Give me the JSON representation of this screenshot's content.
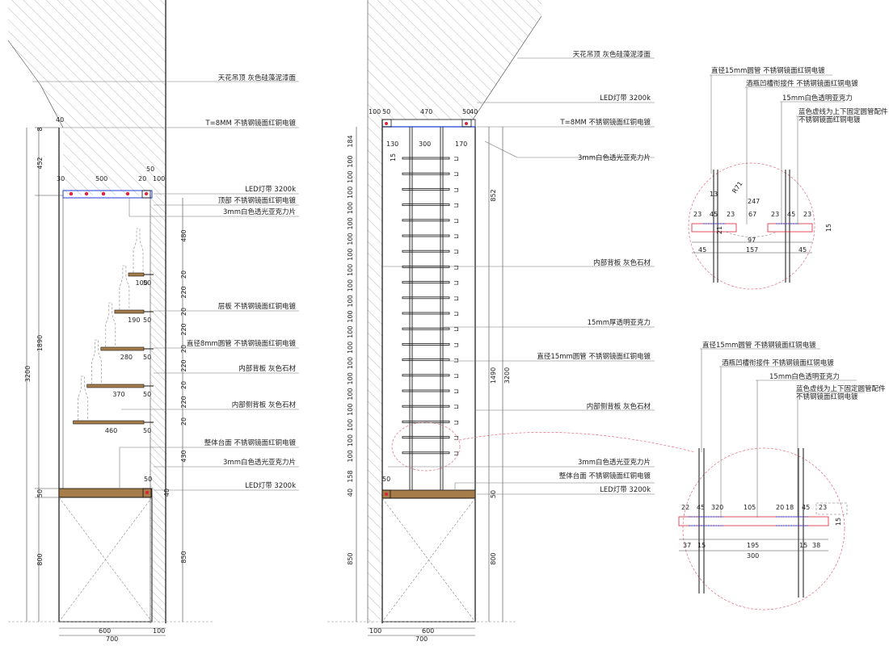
{
  "colors": {
    "wood": "#a67c4a",
    "red": "#e0213a",
    "blue": "#1f3fd6",
    "line": "#222222",
    "hatch": "#888888",
    "pink_dash": "#e36a7e"
  },
  "left_view": {
    "labels": [
      "天花吊顶 灰色硅藻泥漆面",
      "T=8MM 不锈钢镜面红铜电镀",
      "LED灯带 3200k",
      "顶部 不锈钢镜面红铜电镀",
      "3mm白色透光亚克力片",
      "层板 不锈钢镜面红铜电镀",
      "直径8mm圆管 不锈钢镜面红铜电镀",
      "内部背板  灰色石材",
      "内部侧背板 灰色石材",
      "整体台面 不锈钢镜面红铜电镀",
      "3mm白色透光亚克力片",
      "LED灯带 3200k"
    ],
    "top_dims": [
      "40",
      "50",
      "30",
      "500",
      "20",
      "100"
    ],
    "left_dims": [
      "8",
      "452",
      "1890",
      "3200",
      "50",
      "800"
    ],
    "right_dims": [
      "480",
      "20",
      "220",
      "20",
      "220",
      "20",
      "220",
      "20",
      "220",
      "20",
      "430",
      "40",
      "850"
    ],
    "shelf_dims": [
      {
        "w": "100",
        "d": "50"
      },
      {
        "w": "190",
        "d": "50"
      },
      {
        "w": "280",
        "d": "50"
      },
      {
        "w": "370",
        "d": "50"
      },
      {
        "w": "460",
        "d": "50"
      }
    ],
    "counter_top_dim": "50",
    "bottom_dims": [
      "600",
      "100",
      "700"
    ]
  },
  "middle_view": {
    "labels": [
      "天花吊顶 灰色硅藻泥漆面",
      "LED灯带 3200k",
      "T=8MM 不锈钢镜面红铜电镀",
      "3mm白色透光亚克力片",
      "内部背板 灰色石材",
      "15mm厚透明亚克力",
      "直径15mm圆管 不锈钢镜面红铜电镀",
      "内部侧背板 灰色石材",
      "3mm白色透光亚克力片",
      "整体台面 不锈钢镜面红铜电镀",
      "LED灯带 3200k"
    ],
    "top_dims": [
      "100",
      "50",
      "470",
      "50",
      "40"
    ],
    "inner_dims": [
      "130",
      "300",
      "170",
      "15"
    ],
    "left_dims": [
      "184",
      "100",
      "100",
      "100",
      "100",
      "100",
      "100",
      "100",
      "100",
      "100",
      "100",
      "100",
      "100",
      "100",
      "100",
      "100",
      "100",
      "100",
      "100",
      "100",
      "100",
      "158",
      "40",
      "850"
    ],
    "right_dims": [
      "852",
      "1490",
      "3200",
      "50",
      "800"
    ],
    "counter_top_dim": "50",
    "bottom_dims": [
      "100",
      "600",
      "700"
    ]
  },
  "detail_top": {
    "labels": [
      "直径15mm圆管 不锈钢镜面红铜电镀",
      "酒瓶凹槽衔接件 不锈钢镜面红铜电镀",
      "15mm白色透明亚克力",
      "蓝色虚线为上下固定圆管配件",
      "不锈钢镜面红铜电镀"
    ],
    "dims": [
      "13",
      "R71",
      "247",
      "23",
      "45",
      "23",
      "67",
      "23",
      "45",
      "23",
      "21",
      "97",
      "45",
      "157",
      "45",
      "15"
    ]
  },
  "detail_bottom": {
    "labels": [
      "直径15mm圆管 不锈钢镜面红铜电镀",
      "酒瓶凹槽衔接件 不锈钢镜面红铜电镀",
      "15mm白色透明亚克力",
      "蓝色虚线为上下固定圆管配件",
      "不锈钢镜面红铜电镀"
    ],
    "dims": [
      "22",
      "45",
      "320",
      "105",
      "20",
      "18",
      "45",
      "23",
      "15",
      "37",
      "15",
      "195",
      "15",
      "38",
      "300"
    ]
  }
}
